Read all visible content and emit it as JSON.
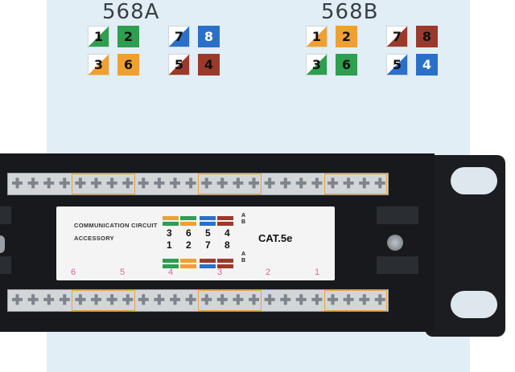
{
  "standards": {
    "a": {
      "title": "568A",
      "pins": [
        {
          "num": "1",
          "color": "#2e9e4f",
          "striped": true
        },
        {
          "num": "2",
          "color": "#2e9e4f",
          "striped": false
        },
        {
          "num": "7",
          "color": "#2a70c8",
          "striped": true
        },
        {
          "num": "8",
          "color": "#2a70c8",
          "striped": false
        },
        {
          "num": "3",
          "color": "#f0a030",
          "striped": true
        },
        {
          "num": "6",
          "color": "#f0a030",
          "striped": false
        },
        {
          "num": "5",
          "color": "#9b3a2a",
          "striped": true
        },
        {
          "num": "4",
          "color": "#9b3a2a",
          "striped": false
        }
      ]
    },
    "b": {
      "title": "568B",
      "pins": [
        {
          "num": "1",
          "color": "#f0a030",
          "striped": true
        },
        {
          "num": "2",
          "color": "#f0a030",
          "striped": false
        },
        {
          "num": "7",
          "color": "#9b3a2a",
          "striped": true
        },
        {
          "num": "8",
          "color": "#9b3a2a",
          "striped": false
        },
        {
          "num": "3",
          "color": "#2e9e4f",
          "striped": true
        },
        {
          "num": "6",
          "color": "#2e9e4f",
          "striped": false
        },
        {
          "num": "5",
          "color": "#2a70c8",
          "striped": true
        },
        {
          "num": "4",
          "color": "#2a70c8",
          "striped": false
        }
      ]
    }
  },
  "label": {
    "line1": "COMMUNICATION CIRCUIT",
    "line2": "ACCESSORY",
    "pins_top": [
      "3",
      "6",
      "5",
      "4"
    ],
    "pins_bottom": [
      "1",
      "2",
      "7",
      "8"
    ],
    "a_mark": "A",
    "b_mark": "B",
    "category": "CAT.5e"
  },
  "port_numbers": [
    "6",
    "5",
    "4",
    "3",
    "2",
    "1"
  ],
  "colors": {
    "group_highlight": "#e6a23a",
    "port_number": "#e060a0",
    "panel": "#17191c"
  }
}
